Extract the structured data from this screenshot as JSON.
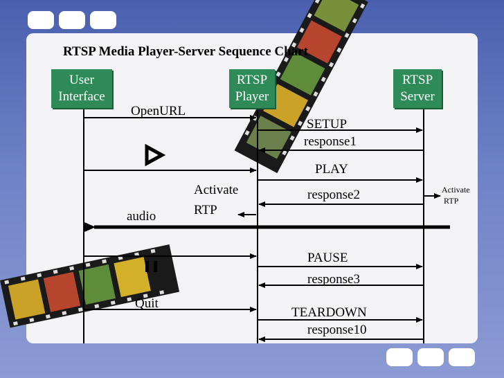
{
  "title": "RTSP Media Player-Server  Sequence Chart",
  "actors": [
    {
      "line1": "User",
      "line2": "Interface"
    },
    {
      "line1": "RTSP",
      "line2": "Player"
    },
    {
      "line1": "RTSP",
      "line2": "Server"
    }
  ],
  "messages": {
    "openurl": "OpenURL",
    "setup": "SETUP",
    "response1": "response1",
    "play": "PLAY",
    "activate_line1": "Activate",
    "activate_line2": "RTP",
    "response2": "response2",
    "server_activate_line1": "Activate",
    "server_activate_line2": "RTP",
    "audio": "audio",
    "pause": "PAUSE",
    "response3": "response3",
    "quit": "Quit",
    "teardown": "TEARDOWN",
    "response10": "response10"
  },
  "colors": {
    "actor_box": "#2e8b57",
    "panel": "#f3f3f6",
    "background": "#5b6fbb"
  }
}
